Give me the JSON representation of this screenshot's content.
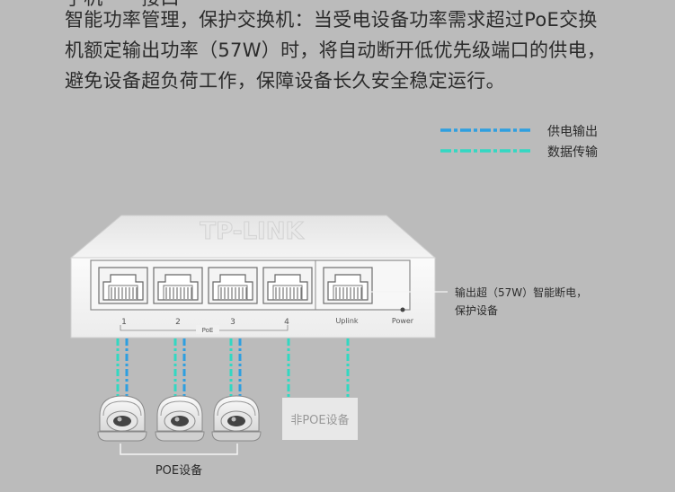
{
  "description": {
    "top_partial": "手机一一接口",
    "lines": [
      "智能功率管理，保护交换机：当受电设备功率需求超过PoE交换",
      "机额定输出功率（57W）时，将自动断开低优先级端口的供电，",
      "避免设备超负荷工作，保障设备长久安全稳定运行。"
    ]
  },
  "legend": {
    "items": [
      {
        "label": "供电输出",
        "color": "#2e9fe0"
      },
      {
        "label": "数据传输",
        "color": "#32d8c2"
      }
    ]
  },
  "switch": {
    "brand": "TP-LINK",
    "ports": [
      "1",
      "2",
      "3",
      "4"
    ],
    "poe_label": "PoE",
    "uplink_label": "Uplink",
    "power_label": "Power"
  },
  "annotation": {
    "line1": "输出超（57W）智能断电，",
    "line2": "保护设备"
  },
  "non_poe_device": {
    "label": "非POE设备"
  },
  "poe_devices": {
    "label": "POE设备"
  },
  "colors": {
    "background": "#bbbbbb",
    "power_line": "#2e9fe0",
    "data_line": "#32d8c2",
    "switch_body": "#efefef",
    "text": "#2b2b2b"
  }
}
